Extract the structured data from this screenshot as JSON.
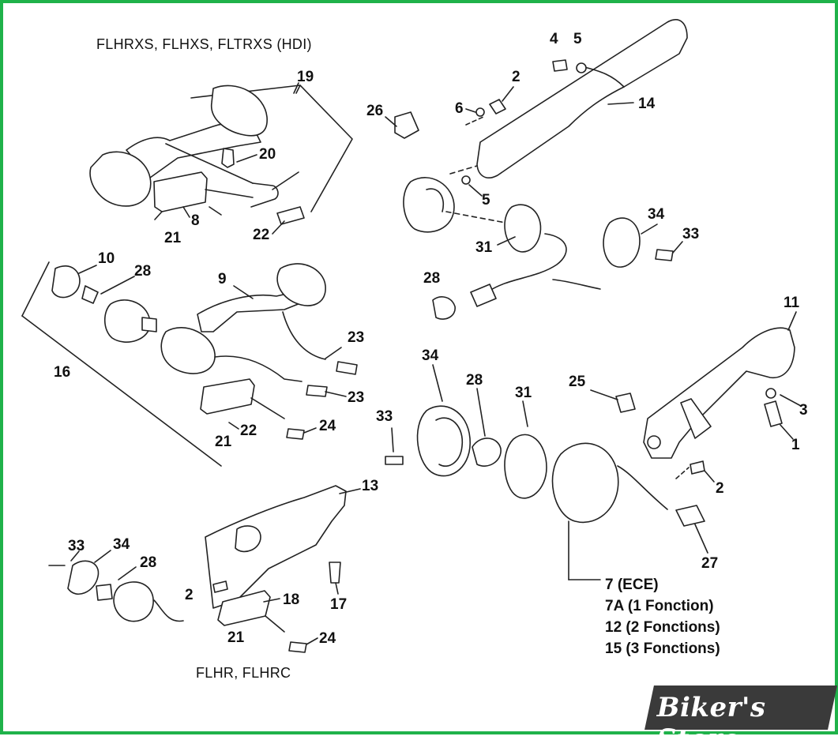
{
  "captions": {
    "top_left": "FLHRXS, FLHXS, FLTRXS (HDI)",
    "bottom_left": "FLHR, FLHRC"
  },
  "legend": [
    "7 (ECE)",
    "7A (1 Fonction)",
    "12 (2 Fonctions)",
    "15 (3 Fonctions)"
  ],
  "brand": "Biker's Store",
  "labels": {
    "l19": "19",
    "l20": "20",
    "l8": "8",
    "l21a": "21",
    "l22a": "22",
    "l10": "10",
    "l28a": "28",
    "l9": "9",
    "l16": "16",
    "l23a": "23",
    "l23b": "23",
    "l21b": "21",
    "l22b": "22",
    "l24a": "24",
    "l4": "4",
    "l5a": "5",
    "l2a": "2",
    "l6": "6",
    "l14": "14",
    "l26": "26",
    "l5b": "5",
    "l34a": "34",
    "l33a": "33",
    "l31a": "31",
    "l28b": "28",
    "l11": "11",
    "l3": "3",
    "l1": "1",
    "l2b": "2",
    "l25": "25",
    "l27": "27",
    "l34b": "34",
    "l28c": "28",
    "l31b": "31",
    "l33b": "33",
    "l13": "13",
    "l33c": "33",
    "l34c": "34",
    "l28d": "28",
    "l2c": "2",
    "l18": "18",
    "l17": "17",
    "l21c": "21",
    "l24b": "24"
  }
}
